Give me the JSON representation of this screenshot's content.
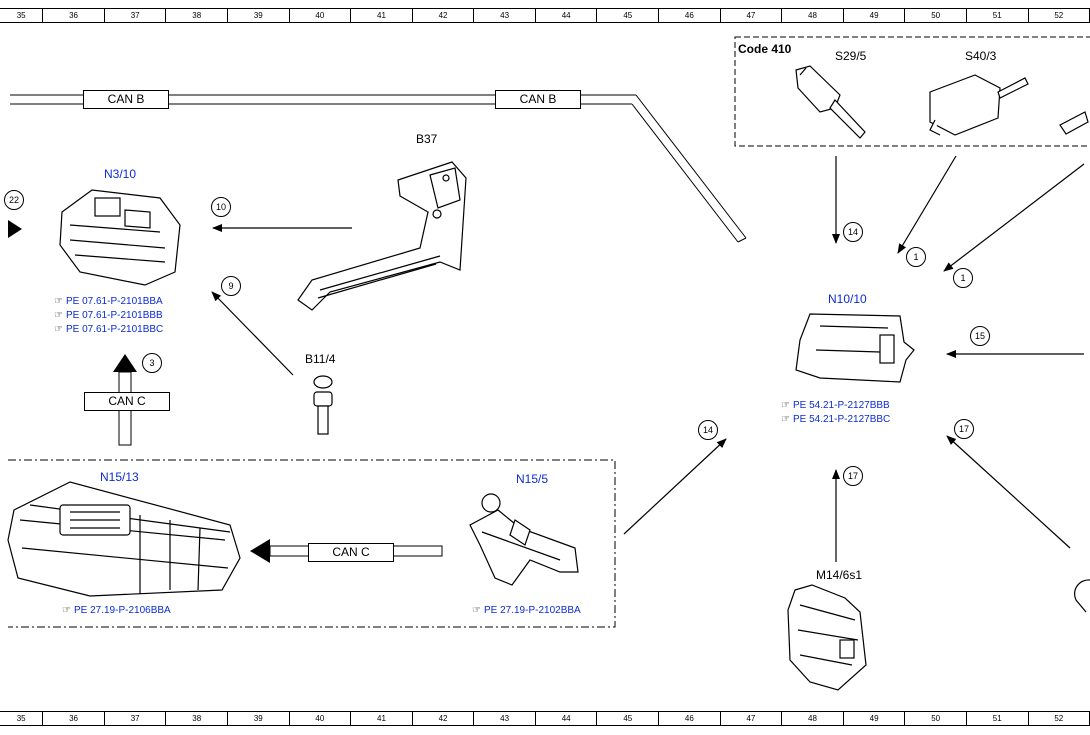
{
  "ruler": {
    "cells": [
      "35",
      "36",
      "37",
      "38",
      "39",
      "40",
      "41",
      "42",
      "43",
      "44",
      "45",
      "46",
      "47",
      "48",
      "49",
      "50",
      "51",
      "52"
    ]
  },
  "buses": {
    "can_b_left": "CAN B",
    "can_b_right": "CAN B",
    "can_c_vertical": "CAN C",
    "can_c_horizontal": "CAN C"
  },
  "code_group": {
    "label": "Code 410"
  },
  "components": {
    "n3_10": {
      "name": "N3/10",
      "refs": [
        "PE 07.61-P-2101BBA",
        "PE 07.61-P-2101BBB",
        "PE 07.61-P-2101BBC"
      ]
    },
    "b37": {
      "name": "B37"
    },
    "b11_4": {
      "name": "B11/4"
    },
    "n15_13": {
      "name": "N15/13",
      "refs": [
        "PE 27.19-P-2106BBA"
      ]
    },
    "n15_5": {
      "name": "N15/5",
      "refs": [
        "PE 27.19-P-2102BBA"
      ]
    },
    "s29_5": {
      "name": "S29/5"
    },
    "s40_3": {
      "name": "S40/3"
    },
    "n10_10": {
      "name": "N10/10",
      "refs": [
        "PE 54.21-P-2127BBB",
        "PE 54.21-P-2127BBC"
      ]
    },
    "m14_6s1": {
      "name": "M14/6s1"
    }
  },
  "signals": {
    "s22": "22",
    "s10": "10",
    "s9": "9",
    "s3": "3",
    "s14a": "14",
    "s1a": "1",
    "s1b": "1",
    "s15": "15",
    "s14b": "14",
    "s17a": "17",
    "s17b": "17"
  },
  "colors": {
    "reference": "#0b2bd6",
    "line": "#000000"
  },
  "icons": {
    "reference": "pointing-hand-icon"
  }
}
